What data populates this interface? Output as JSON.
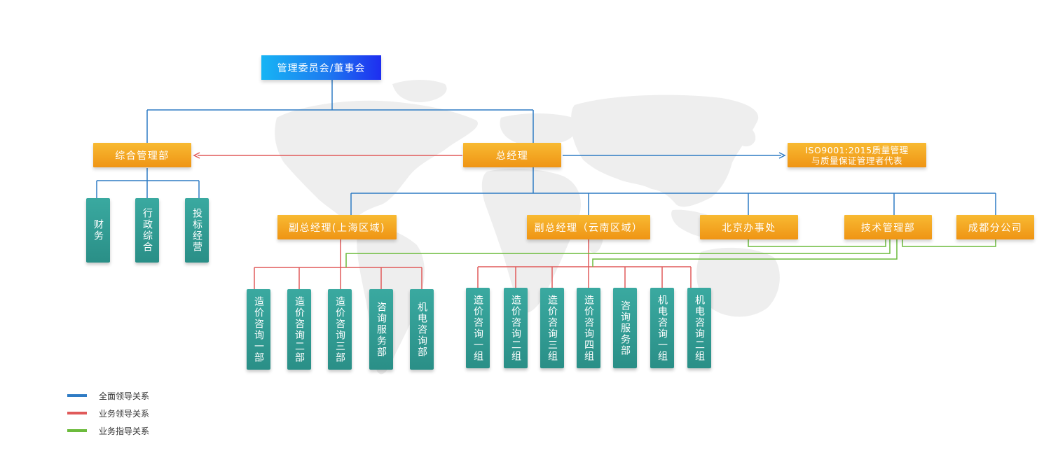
{
  "board": {
    "label": "管理委员会/董事会"
  },
  "admin_dept": {
    "label": "综合管理部"
  },
  "general_manager": {
    "label": "总经理"
  },
  "iso_rep": {
    "label": "ISO9001:2015质量管理\n与质量保证管理者代表"
  },
  "admin_children": [
    {
      "label": "财务"
    },
    {
      "label": "行政综合"
    },
    {
      "label": "投标经营"
    }
  ],
  "deputy_shanghai": {
    "label": "副总经理(上海区域)"
  },
  "deputy_yunnan": {
    "label": "副总经理（云南区域）"
  },
  "beijing_office": {
    "label": "北京办事处"
  },
  "tech_dept": {
    "label": "技术管理部"
  },
  "chengdu_branch": {
    "label": "成都分公司"
  },
  "shanghai_units": [
    {
      "label": "造价咨询一部"
    },
    {
      "label": "造价咨询二部"
    },
    {
      "label": "造价咨询三部"
    },
    {
      "label": "咨询服务部"
    },
    {
      "label": "机电咨询部"
    }
  ],
  "yunnan_units": [
    {
      "label": "造价咨询一组"
    },
    {
      "label": "造价咨询二组"
    },
    {
      "label": "造价咨询三组"
    },
    {
      "label": "造价咨询四组"
    },
    {
      "label": "咨询服务部"
    },
    {
      "label": "机电咨询一组"
    },
    {
      "label": "机电咨询二组"
    }
  ],
  "legend": [
    {
      "label": "全面领导关系",
      "color": "#2e7bc4"
    },
    {
      "label": "业务领导关系",
      "color": "#e05a5a"
    },
    {
      "label": "业务指导关系",
      "color": "#6cbb3c"
    }
  ]
}
